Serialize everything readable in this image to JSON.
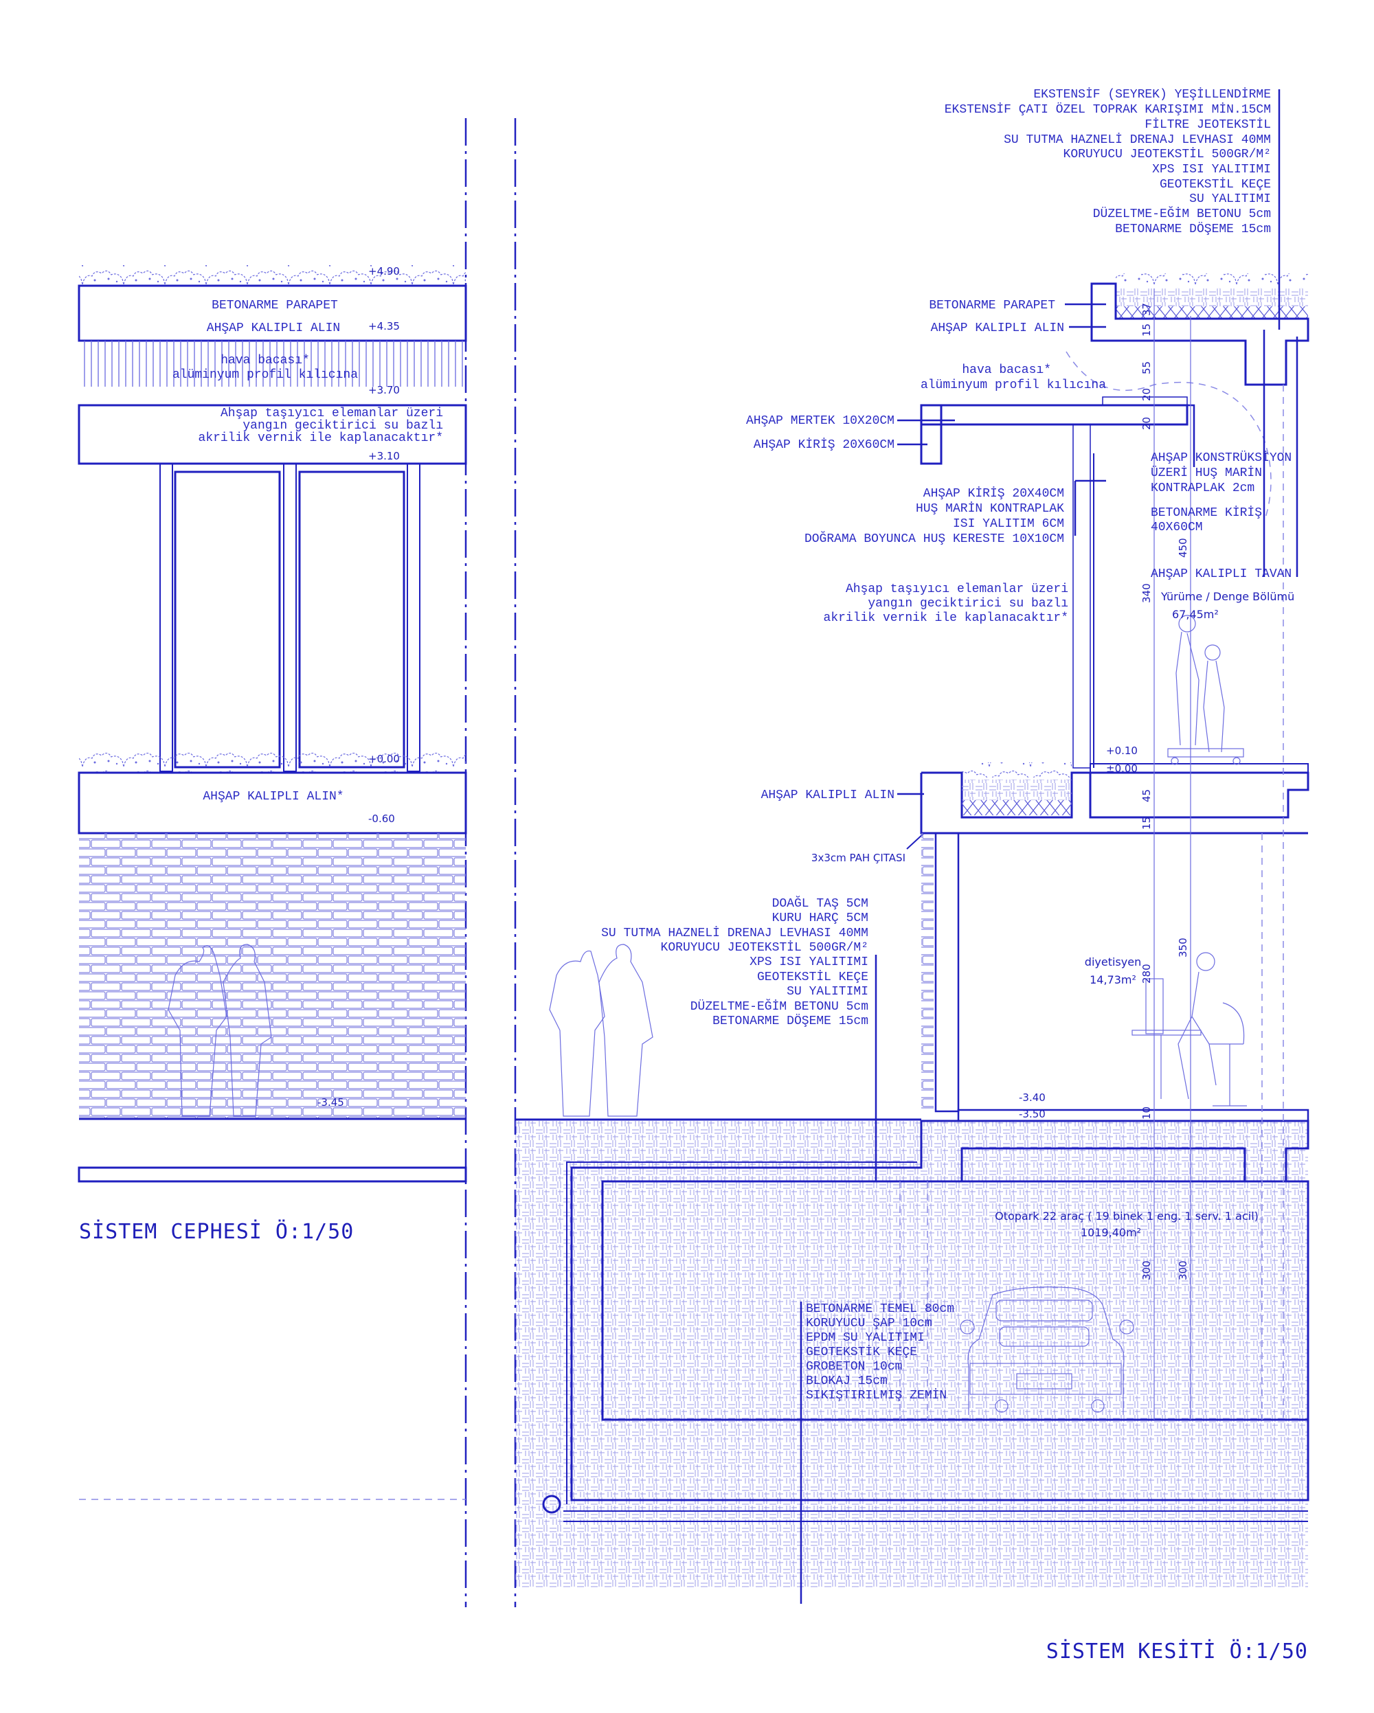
{
  "colors": {
    "ink": "#1f1fbf",
    "light": "#8a8ae6",
    "background": "#ffffff"
  },
  "facade": {
    "title": "SİSTEM CEPHESİ Ö:1/50",
    "levels": [
      "+4.90",
      "+4.35",
      "+3.70",
      "+3.10",
      "+0.00",
      "-0.60",
      "-3.45"
    ],
    "parapet_label": "BETONARME PARAPET",
    "alin_label": "AHŞAP KALIPLI ALIN",
    "vent_lines": [
      "hava bacası*",
      "alüminyum profil kılıcına"
    ],
    "varnish_lines": [
      "Ahşap taşıyıcı elemanlar üzeri",
      "yangın geciktirici su bazlı",
      "akrilik vernik ile kaplanacaktır*"
    ],
    "base_alin_label": "AHŞAP KALIPLI ALIN*"
  },
  "section": {
    "title": "SİSTEM KESİTİ Ö:1/50",
    "roof_layers": [
      "EKSTENSİF (SEYREK) YEŞİLLENDİRME",
      "EKSTENSİF ÇATI ÖZEL TOPRAK KARIŞIMI MİN.15CM",
      "FİLTRE JEOTEKSTİL",
      "SU TUTMA HAZNELİ DRENAJ LEVHASI 40MM",
      "KORUYUCU JEOTEKSTİL 500GR/M²",
      "XPS ISI YALITIMI",
      "GEOTEKSTİL KEÇE",
      "SU YALITIMI",
      "DÜZELTME-EĞİM BETONU 5cm",
      "BETONARME DÖŞEME 15cm"
    ],
    "parapet_label": "BETONARME PARAPET",
    "alin_label": "AHŞAP KALIPLI ALIN",
    "vent_lines": [
      "hava bacası*",
      "alüminyum profil kılıcına"
    ],
    "mertek_label": "AHŞAP MERTEK 10X20CM",
    "kiris_label": "AHŞAP KİRİŞ 20X60CM",
    "wall_lines": [
      "AHŞAP KİRİŞ 20X40CM",
      "HUŞ MARİN KONTRAPLAK",
      "ISI YALITIM 6CM",
      "DOĞRAMA BOYUNCA HUŞ KERESTE 10X10CM"
    ],
    "ceiling_lines": [
      "AHŞAP KONSTRÜKSİYON",
      "ÜZERİ HUŞ MARİN",
      "KONTRAPLAK 2cm"
    ],
    "beam_lines": [
      "BETONARME KİRİŞ",
      "40X60CM"
    ],
    "tavan_label": "AHŞAP KALIPLI TAVAN",
    "varnish_lines": [
      "Ahşap taşıyıcı elemanlar üzeri",
      "yangın geciktirici su bazlı",
      "akrilik vernik ile kaplanacaktır*"
    ],
    "room1": {
      "name": "Yürüme / Denge Bölümü",
      "area": "67,45m²"
    },
    "room2": {
      "name": "diyetisyen",
      "area": "14,73m²"
    },
    "parking": {
      "name": "Otopark 22 araç ( 19 binek 1 eng. 1 serv. 1 acil)",
      "area": "1019,40m²"
    },
    "dims": [
      "37",
      "15",
      "55",
      "20",
      "20",
      "450",
      "340",
      "45",
      "15",
      "350",
      "280",
      "10",
      "300",
      "300"
    ],
    "levels": [
      "+0.10",
      "±0.00",
      "-3.40",
      "-3.50"
    ],
    "ground_alin_label": "AHŞAP KALIPLI ALIN",
    "chamfer_label": "3x3cm PAH ÇITASI",
    "wall_layers": [
      "DOAĞL TAŞ 5CM",
      "KURU HARÇ 5CM",
      "SU TUTMA HAZNELİ DRENAJ LEVHASI 40MM",
      "KORUYUCU JEOTEKSTİL 500GR/M²",
      "XPS ISI YALITIMI",
      "GEOTEKSTİL KEÇE",
      "SU YALITIMI",
      "DÜZELTME-EĞİM BETONU 5cm",
      "BETONARME DÖŞEME 15cm"
    ],
    "foundation_layers": [
      "BETONARME TEMEL 80cm",
      "KORUYUCU ŞAP 10cm",
      "EPDM SU YALITIMI",
      "GEOTEKSTİK KEÇE",
      "GROBETON 10cm",
      "BLOKAJ 15cm",
      "SIKIŞTIRILMIŞ  ZEMİN"
    ]
  }
}
